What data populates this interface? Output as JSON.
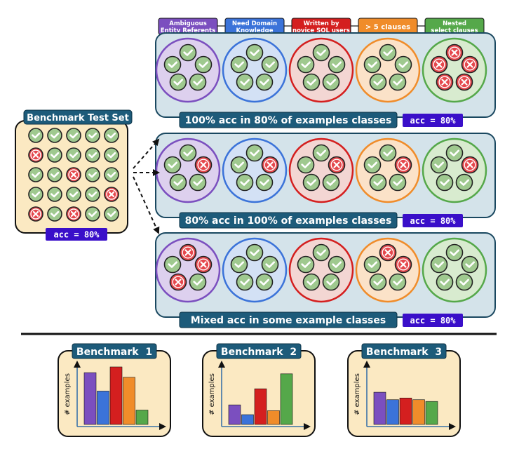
{
  "categories": [
    {
      "label_line1": "Ambiguous",
      "label_line2": "Entity Referents",
      "color": "#7b4fbf",
      "fill": "#ddd0ee"
    },
    {
      "label_line1": "Need Domain",
      "label_line2": "Knowledge",
      "color": "#3b73d9",
      "fill": "#d3e1f5"
    },
    {
      "label_line1": "Written by",
      "label_line2": "novice SQL users",
      "color": "#d41f1f",
      "fill": "#f3d6d3"
    },
    {
      "label_line1": "> 5 clauses",
      "label_line2": "",
      "color": "#f08c2a",
      "fill": "#fbe2c8"
    },
    {
      "label_line1": "Nested",
      "label_line2": "select clauses",
      "color": "#55a84a",
      "fill": "#d8ebcf"
    }
  ],
  "benchmark_set": {
    "title": "Benchmark Test Set",
    "acc_label": "acc = 80%",
    "grid": [
      [
        "ok",
        "ok",
        "ok",
        "ok",
        "ok"
      ],
      [
        "x",
        "ok",
        "ok",
        "ok",
        "ok"
      ],
      [
        "ok",
        "ok",
        "x",
        "ok",
        "ok"
      ],
      [
        "ok",
        "ok",
        "ok",
        "ok",
        "x"
      ],
      [
        "x",
        "ok",
        "x",
        "ok",
        "ok"
      ]
    ]
  },
  "scenarios": [
    {
      "caption": "100% acc in 80% of examples classes",
      "acc_label": "acc = 80%",
      "marks": [
        [
          "ok",
          "ok",
          "ok",
          "ok",
          "ok"
        ],
        [
          "ok",
          "ok",
          "ok",
          "ok",
          "ok"
        ],
        [
          "ok",
          "ok",
          "ok",
          "ok",
          "ok"
        ],
        [
          "ok",
          "ok",
          "ok",
          "ok",
          "ok"
        ],
        [
          "x",
          "x",
          "x",
          "x",
          "x"
        ]
      ]
    },
    {
      "caption": "80% acc in 100% of examples classes",
      "acc_label": "acc = 80%",
      "marks": [
        [
          "ok",
          "x",
          "ok",
          "ok",
          "ok"
        ],
        [
          "ok",
          "x",
          "ok",
          "ok",
          "ok"
        ],
        [
          "ok",
          "x",
          "ok",
          "ok",
          "ok"
        ],
        [
          "ok",
          "x",
          "ok",
          "ok",
          "ok"
        ],
        [
          "ok",
          "x",
          "ok",
          "ok",
          "ok"
        ]
      ]
    },
    {
      "caption": "Mixed acc in some example classes",
      "acc_label": "acc = 80%",
      "marks": [
        [
          "x",
          "x",
          "ok",
          "x",
          "ok"
        ],
        [
          "ok",
          "ok",
          "ok",
          "ok",
          "ok"
        ],
        [
          "ok",
          "ok",
          "ok",
          "ok",
          "ok"
        ],
        [
          "x",
          "x",
          "ok",
          "ok",
          "ok"
        ],
        [
          "ok",
          "ok",
          "ok",
          "ok",
          "ok"
        ]
      ]
    }
  ],
  "benchmarks": [
    {
      "title": "Benchmark  1",
      "ylabel": "# examples",
      "values": [
        0.9,
        0.58,
        1.0,
        0.82,
        0.25
      ]
    },
    {
      "title": "Benchmark  2",
      "ylabel": "# examples",
      "values": [
        0.34,
        0.17,
        0.62,
        0.24,
        0.88
      ]
    },
    {
      "title": "Benchmark  3",
      "ylabel": "# examples",
      "values": [
        0.56,
        0.43,
        0.46,
        0.43,
        0.4
      ]
    }
  ]
}
